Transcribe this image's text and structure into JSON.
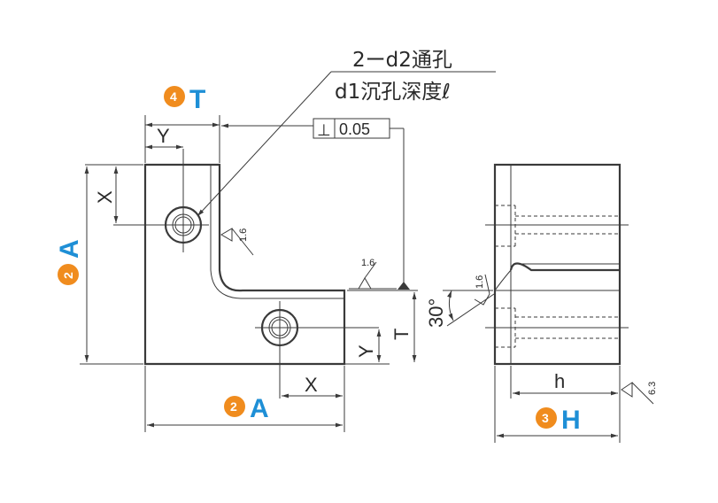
{
  "colors": {
    "line": "#3a3a3a",
    "badge": "#f08c1e",
    "label": "#1e8fd6"
  },
  "callouts": {
    "thickness": {
      "num": "4",
      "letter": "T"
    },
    "height_left": {
      "num": "2",
      "letter": "A"
    },
    "width_bottom": {
      "num": "2",
      "letter": "A"
    },
    "depth_right": {
      "num": "3",
      "letter": "H"
    }
  },
  "note": {
    "line1": "2ーd2通孔",
    "line2": "d1沉孔深度ℓ"
  },
  "tolerance": {
    "symbol": "⊥",
    "value": "0.05"
  },
  "dims": {
    "y_top": "Y",
    "x_left": "X",
    "x_bottom": "X",
    "y_right": "Y",
    "t_right": "T",
    "h_side": "h",
    "angle": "30°"
  },
  "roughness": {
    "r1": "1.6",
    "r2": "1.6",
    "r3": "1.6",
    "r4": "6.3"
  }
}
